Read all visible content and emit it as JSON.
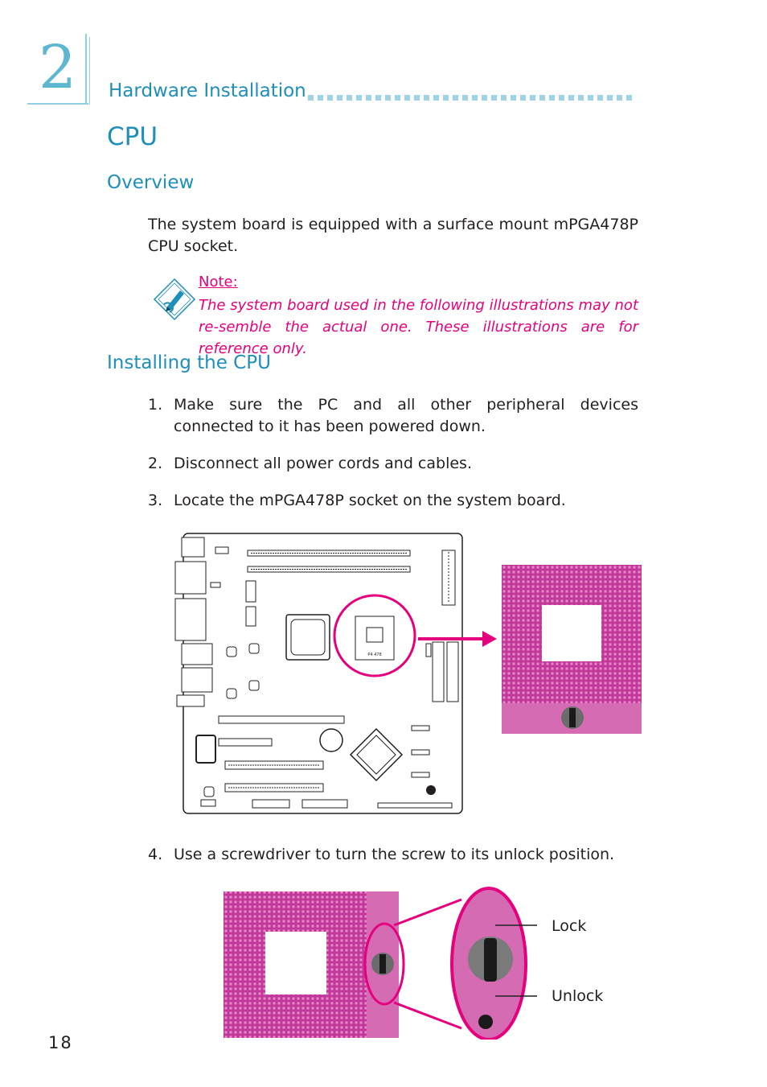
{
  "chapter": {
    "number": "2",
    "section": "Hardware Installation"
  },
  "headings": {
    "cpu": "CPU",
    "overview": "Overview",
    "installing": "Installing the CPU"
  },
  "overview_text": "The system board is equipped with a surface mount mPGA478P CPU socket.",
  "note": {
    "label": "Note:",
    "text": "The system board used in the following illustrations may not re-semble the actual one. These illustrations are for reference only."
  },
  "steps": [
    {
      "num": "1.",
      "text": "Make sure the PC and all other peripheral devices connected to it has been powered down."
    },
    {
      "num": "2.",
      "text": "Disconnect all power cords and cables."
    },
    {
      "num": "3.",
      "text": "Locate the mPGA478P socket on the system board."
    },
    {
      "num": "4.",
      "text": "Use a screwdriver to turn the screw to its unlock position."
    }
  ],
  "figure_labels": {
    "lock": "Lock",
    "unlock": "Unlock",
    "socket_marking": "P4 478"
  },
  "colors": {
    "accent_blue": "#1e8fb8",
    "note_magenta": "#e5007e",
    "socket_pink": "#c2389a"
  },
  "page_number": "18"
}
